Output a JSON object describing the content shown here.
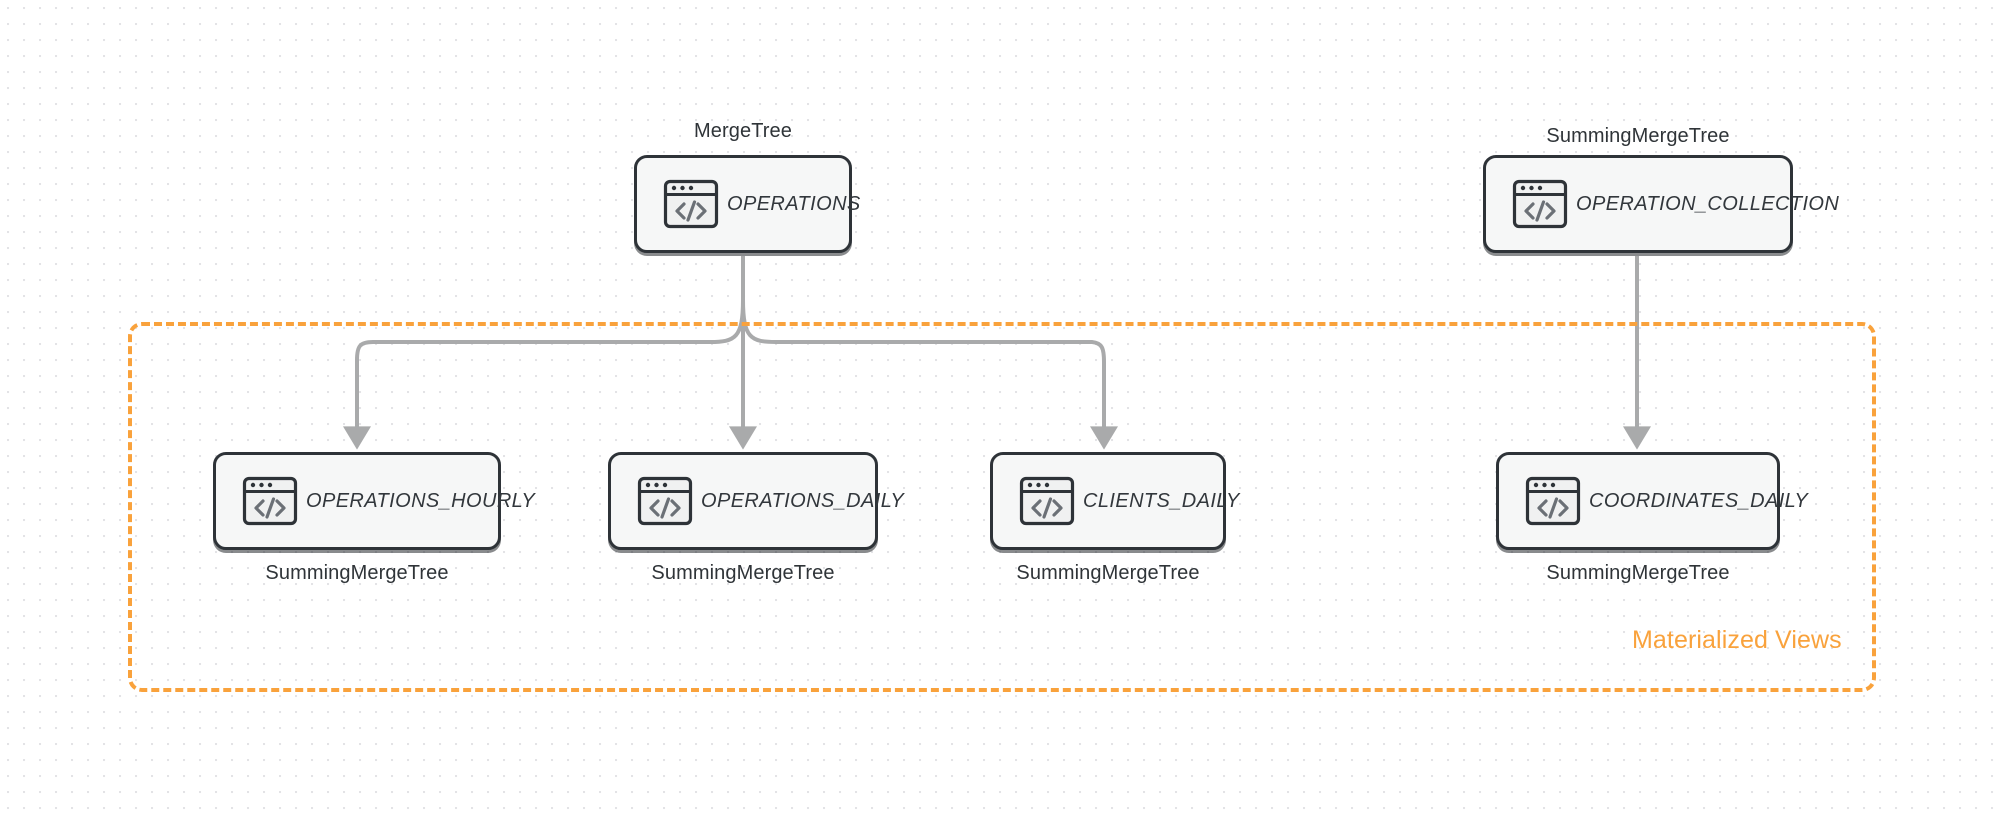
{
  "colors": {
    "group_border": "#f9a23c",
    "group_label": "#f9a23c",
    "node_border": "#2e3338",
    "node_fill": "#f6f7f7",
    "edge": "#a9aaab",
    "canvas_bg": "#ffffff"
  },
  "group": {
    "label": "Materialized Views"
  },
  "sources": [
    {
      "id": "operations",
      "name": "OPERATIONS",
      "engine": "MergeTree",
      "icon": "code-window-icon"
    },
    {
      "id": "operation-collection",
      "name": "OPERATION_COLLECTION",
      "engine": "SummingMergeTree",
      "icon": "code-window-icon"
    }
  ],
  "views": [
    {
      "id": "operations-hourly",
      "name": "OPERATIONS_HOURLY",
      "engine": "SummingMergeTree",
      "icon": "code-window-icon"
    },
    {
      "id": "operations-daily",
      "name": "OPERATIONS_DAILY",
      "engine": "SummingMergeTree",
      "icon": "code-window-icon"
    },
    {
      "id": "clients-daily",
      "name": "CLIENTS_DAILY",
      "engine": "SummingMergeTree",
      "icon": "code-window-icon"
    },
    {
      "id": "coordinates-daily",
      "name": "COORDINATES_DAILY",
      "engine": "SummingMergeTree",
      "icon": "code-window-icon"
    }
  ],
  "edges": [
    {
      "from": "operations",
      "to": "operations-hourly"
    },
    {
      "from": "operations",
      "to": "operations-daily"
    },
    {
      "from": "operations",
      "to": "clients-daily"
    },
    {
      "from": "operation-collection",
      "to": "coordinates-daily"
    }
  ]
}
